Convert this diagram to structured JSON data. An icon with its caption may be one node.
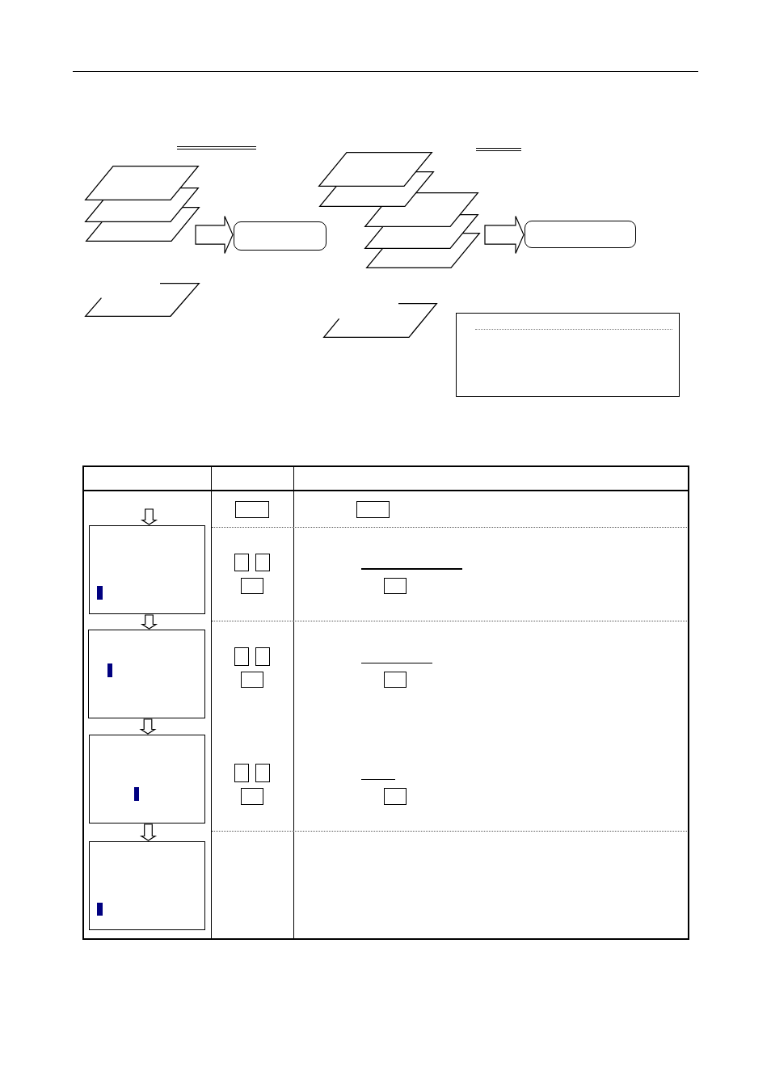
{
  "diagram": {
    "nodes": [
      {
        "text": [],
        "shape": "parallelogram"
      },
      {
        "text": [],
        "shape": "parallelogram"
      },
      {
        "text": [],
        "shape": "parallelogram"
      },
      {
        "text": [],
        "shape": "box"
      },
      {
        "text": [],
        "shape": "parallelogram"
      },
      {
        "text": [],
        "shape": "parallelogram"
      },
      {
        "text": [],
        "shape": "parallelogram"
      },
      {
        "text": [],
        "shape": "parallelogram"
      },
      {
        "text": [],
        "shape": "parallelogram"
      },
      {
        "text": [],
        "shape": "parallelogram"
      },
      {
        "text": [],
        "shape": "box"
      },
      {
        "text": [],
        "shape": "parallelogram"
      },
      {
        "text": [],
        "shape": "box"
      },
      {
        "text": [],
        "shape": "box"
      },
      {
        "text": [],
        "shape": "box"
      },
      {
        "text": [],
        "shape": "box"
      },
      {
        "text": [],
        "shape": "box"
      },
      {
        "text": [],
        "shape": "box"
      },
      {
        "text": [],
        "shape": "box"
      },
      {
        "text": [],
        "shape": "box"
      },
      {
        "text": [],
        "shape": "box"
      },
      {
        "text": [],
        "shape": "box"
      },
      {
        "text": [],
        "shape": "box"
      },
      {
        "text": [],
        "shape": "box"
      },
      {
        "text": [],
        "shape": "box"
      },
      {
        "text": [],
        "shape": "box"
      },
      {
        "text": [],
        "shape": "box"
      },
      {
        "text": [],
        "shape": "box"
      },
      {
        "text": [],
        "shape": "box"
      },
      {
        "text": [],
        "shape": "box"
      },
      {
        "text": [],
        "shape": "box"
      }
    ],
    "edges": [
      {
        "from": 2,
        "to": 3,
        "arrow": "to"
      },
      {
        "from": 8,
        "to": 10,
        "arrow": "to"
      },
      {
        "from": null,
        "to": 15,
        "arrow": "to"
      },
      {
        "from": 15,
        "to": 20,
        "arrow": "to"
      },
      {
        "from": 20,
        "to": 25,
        "arrow": "to"
      },
      {
        "from": 25,
        "to": 30,
        "arrow": "to"
      }
    ]
  }
}
